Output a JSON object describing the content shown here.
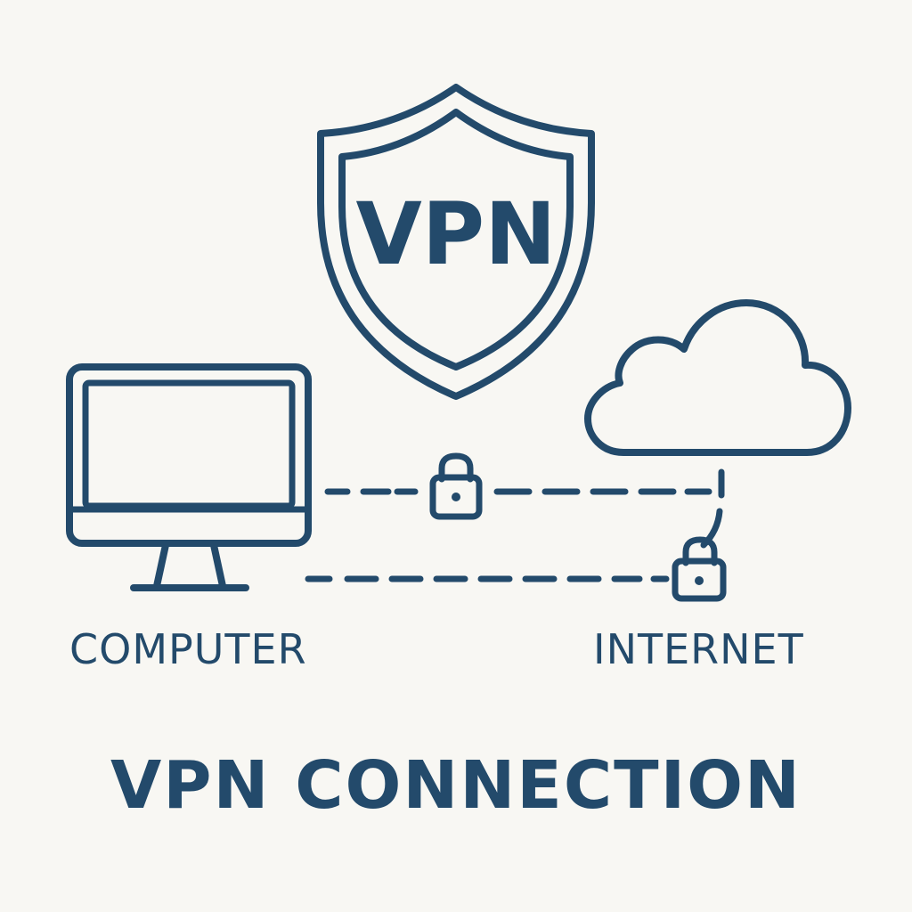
{
  "shield": {
    "text": "VPN"
  },
  "labels": {
    "computer": "COMPUTER",
    "internet": "INTERNET",
    "title": "VPN CONNECTION"
  },
  "icons": {
    "shield": "shield-icon",
    "computer": "monitor-icon",
    "cloud": "cloud-icon",
    "lock_top": "padlock-icon",
    "lock_bottom": "padlock-icon"
  },
  "colors": {
    "stroke": "#234a6b",
    "background": "#f8f7f3"
  }
}
